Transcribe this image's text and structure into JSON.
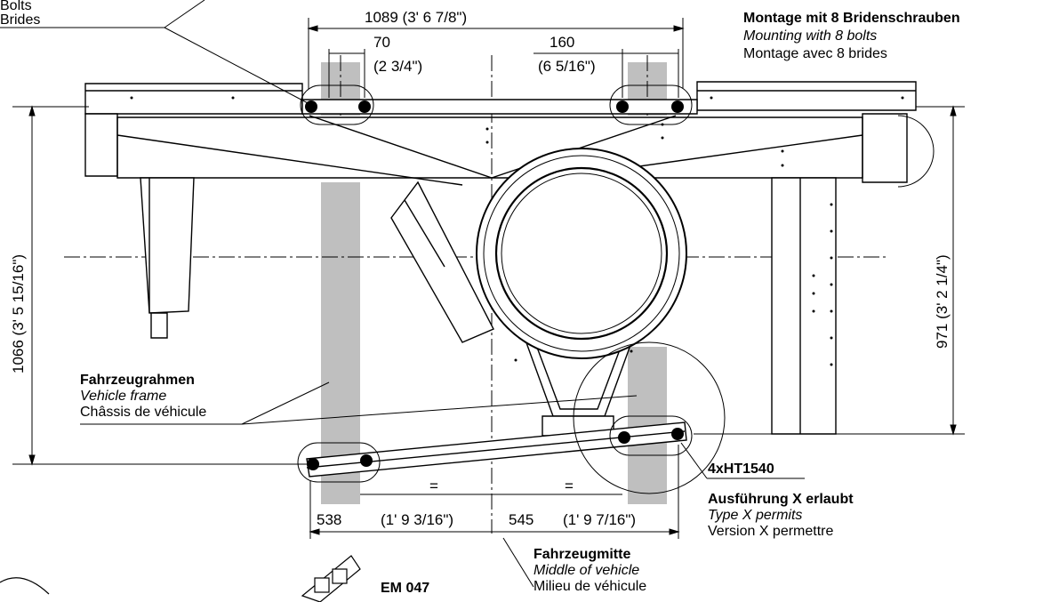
{
  "labels": {
    "bolts_de": "Bolts",
    "bolts_fr": "Brides",
    "mounting_de": "Montage mit 8 Bridenschrauben",
    "mounting_en": "Mounting with 8 bolts",
    "mounting_fr": "Montage avec 8 brides",
    "frame_de": "Fahrzeugrahmen",
    "frame_en": "Vehicle frame",
    "frame_fr": "Châssis de véhicule",
    "part_code": "4xHT1540",
    "type_de": "Ausführung X erlaubt",
    "type_en": "Type X permits",
    "type_fr": "Version X permettre",
    "middle_de": "Fahrzeugmitte",
    "middle_en": "Middle of vehicle",
    "middle_fr": "Milieu de véhicule",
    "model": "EM 047"
  },
  "dimensions": {
    "top_width": "1089  (3' 6 7/8\")",
    "left_bolt_spacing": "70",
    "left_bolt_spacing_imperial": "(2 3/4\")",
    "right_bolt_spacing": "160",
    "right_bolt_spacing_imperial": "(6 5/16\")",
    "left_height": "1066  (3' 5 15/16\")",
    "right_height": "971  (3' 2 1/4\")",
    "equal_left": "=",
    "equal_right": "=",
    "bottom_left": "538",
    "bottom_left_imperial": "(1' 9 3/16\")",
    "bottom_right": "545",
    "bottom_right_imperial": "(1' 9 7/16\")"
  },
  "colors": {
    "line": "#000000",
    "frame_fill": "#bfbfbf"
  }
}
